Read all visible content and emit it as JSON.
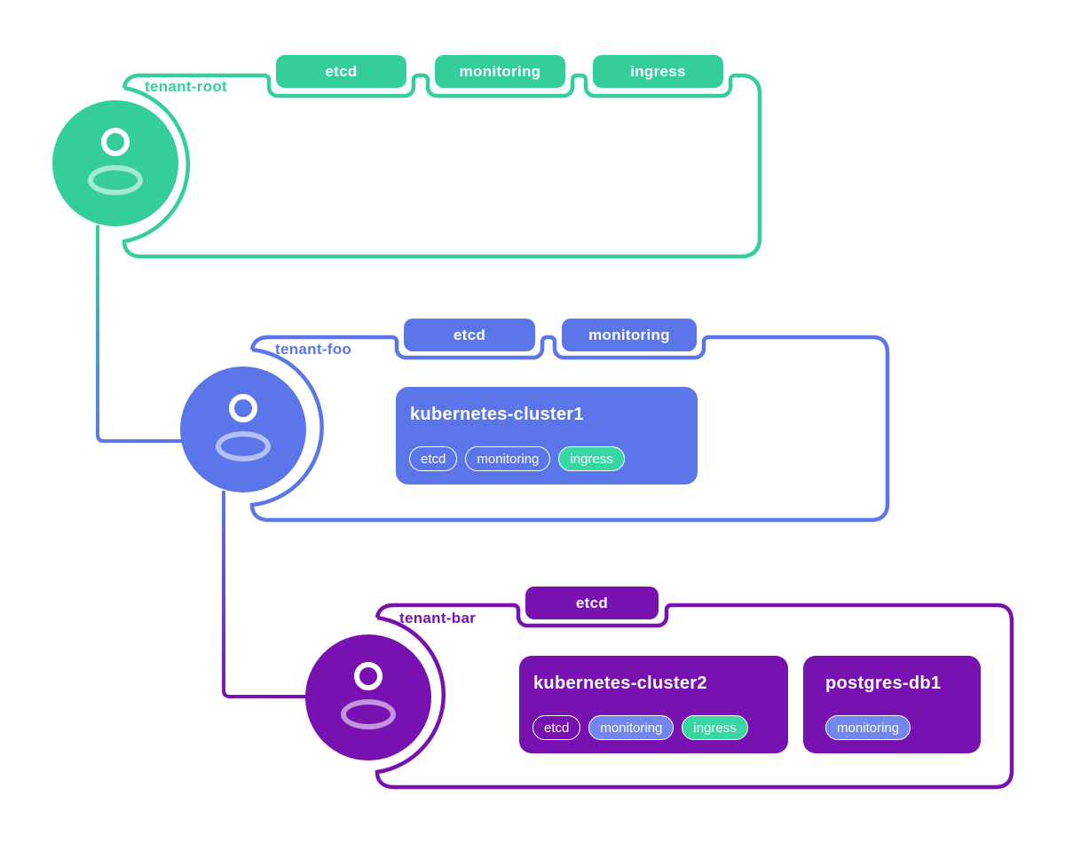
{
  "colors": {
    "green": "#35ce9b",
    "blue": "#5b76e8",
    "purple": "#7712b0",
    "chipBlue": "#7187ee",
    "chipGreen": "#38d6a2"
  },
  "tenants": [
    {
      "label": "tenant-root",
      "tags": [
        "etcd",
        "monitoring",
        "ingress"
      ],
      "clusters": []
    },
    {
      "label": "tenant-foo",
      "tags": [
        "etcd",
        "monitoring"
      ],
      "clusters": [
        {
          "name": "kubernetes-cluster1",
          "chips": [
            {
              "label": "etcd",
              "variant": "outline"
            },
            {
              "label": "monitoring",
              "variant": "outline"
            },
            {
              "label": "ingress",
              "variant": "green"
            }
          ]
        }
      ]
    },
    {
      "label": "tenant-bar",
      "tags": [
        "etcd"
      ],
      "clusters": [
        {
          "name": "kubernetes-cluster2",
          "chips": [
            {
              "label": "etcd",
              "variant": "outline"
            },
            {
              "label": "monitoring",
              "variant": "blue"
            },
            {
              "label": "ingress",
              "variant": "green"
            }
          ]
        },
        {
          "name": "postgres-db1",
          "chips": [
            {
              "label": "monitoring",
              "variant": "blue"
            }
          ]
        }
      ]
    }
  ]
}
